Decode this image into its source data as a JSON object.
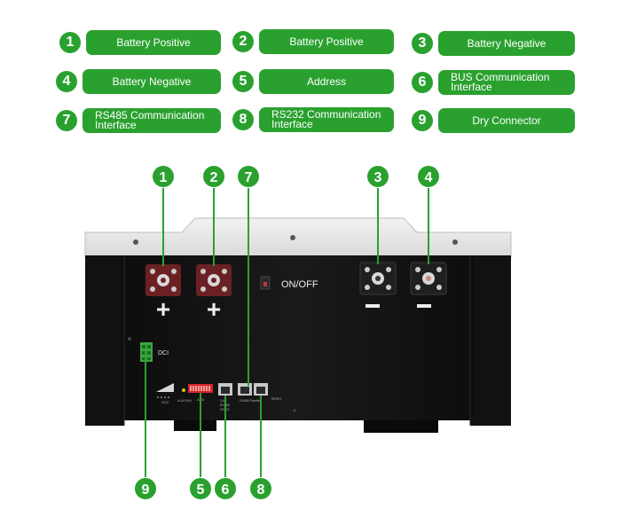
{
  "legend": [
    {
      "num": "1",
      "label": "Battery Positive"
    },
    {
      "num": "2",
      "label": "Battery Positive"
    },
    {
      "num": "3",
      "label": "Battery Negative"
    },
    {
      "num": "4",
      "label": "Battery Negative"
    },
    {
      "num": "5",
      "label": "Address"
    },
    {
      "num": "6",
      "label": "BUS Communication Interface"
    },
    {
      "num": "7",
      "label": "RS485 Communication Interface"
    },
    {
      "num": "8",
      "label": "RS232 Communication Interface"
    },
    {
      "num": "9",
      "label": "Dry Connector"
    }
  ],
  "panel": {
    "switch_label": "ON/OFF",
    "dci_label": "DCI",
    "soc_label": "SOC",
    "add_label": "ADD",
    "alarm_run_label": "ALM RUN",
    "can_label": "CAN",
    "rs485_label": "RS485",
    "rs232_label": "RS232",
    "rs485_parallel_label": "RS485 Parallel",
    "reset_label": "RESET",
    "plus": "+",
    "minus": "−"
  },
  "colors": {
    "accent_green": "#2aa12f",
    "panel_black": "#151515",
    "top_gray": "#e6e6e6",
    "positive_terminal": "#6b2124",
    "negative_terminal": "#1f1f1f"
  }
}
